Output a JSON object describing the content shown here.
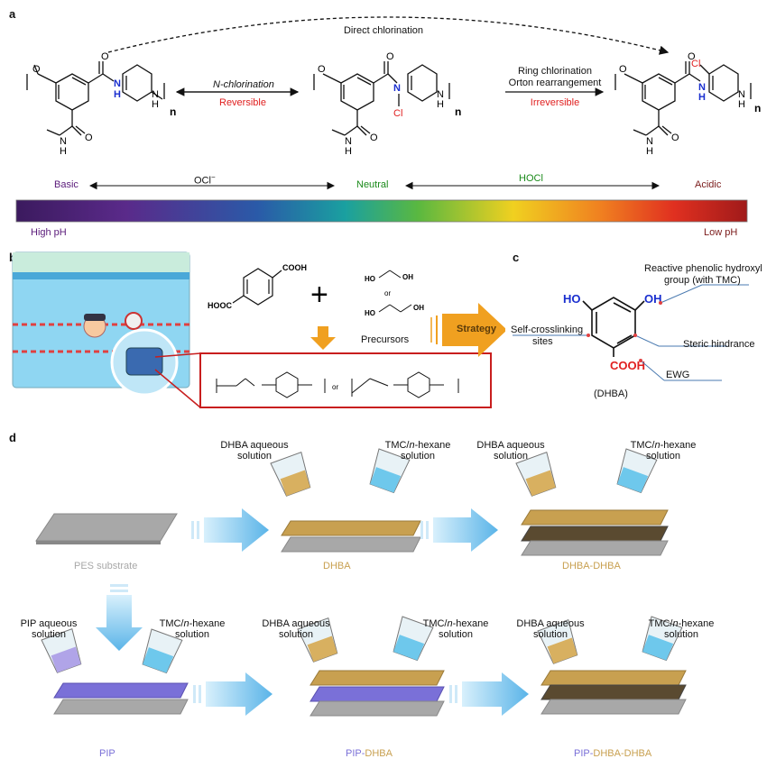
{
  "panel_a": {
    "letter": "a",
    "direct_chlorination": "Direct chlorination",
    "n_chlorination": "N-chlorination",
    "reversible": "Reversible",
    "ring_chlorination": "Ring chlorination",
    "orton": "Orton rearrangement",
    "irreversible": "Irreversible",
    "basic": "Basic",
    "neutral": "Neutral",
    "acidic": "Acidic",
    "ocl": "OCl",
    "hocl": "HOCl",
    "high_ph": "High pH",
    "low_ph": "Low pH",
    "atoms": {
      "o": "O",
      "n": "N",
      "h": "H",
      "cl": "Cl",
      "sub_n": "n"
    }
  },
  "panel_b": {
    "letter": "b",
    "cooh": "COOH",
    "hooc": "HOOC",
    "ho": "HO",
    "oh": "OH",
    "or": "or",
    "precursors": "Precursors",
    "strategy": "Strategy"
  },
  "panel_c": {
    "letter": "c",
    "reactive": "Reactive phenolic hydroxyl",
    "reactive2": "group (with TMC)",
    "self_cross": "Self-crosslinking",
    "self_cross2": "sites",
    "steric": "Steric hindrance",
    "ewg": "EWG",
    "dhba": "(DHBA)",
    "ho": "HO",
    "oh": "OH",
    "cooh": "COOH"
  },
  "panel_d": {
    "letter": "d",
    "dhba_aq": "DHBA aqueous",
    "solution": "solution",
    "tmc_hex_a": "TMC/",
    "tmc_hex_b": "n",
    "tmc_hex_c": "-hexane",
    "pip_aq": "PIP aqueous",
    "pes": "PES substrate",
    "dhba": "DHBA",
    "dhba_dhba": "DHBA-DHBA",
    "pip": "PIP",
    "pip_dhba_1": "PIP-",
    "pip_dhba_2": "DHBA",
    "pip_dhba_dhba_1": "PIP-",
    "pip_dhba_dhba_2": "DHBA-DHBA"
  },
  "colors": {
    "red_text": "#e02020",
    "blue_atom": "#1a2fcf",
    "green_text": "#1a8a1a",
    "purple_text": "#5a1a7a",
    "dark_red": "#7a1a1a",
    "orange": "#f0a020",
    "dhba_gold": "#c8a050",
    "pip_purple": "#7a70d8",
    "pes_gray": "#a8a8a8"
  }
}
